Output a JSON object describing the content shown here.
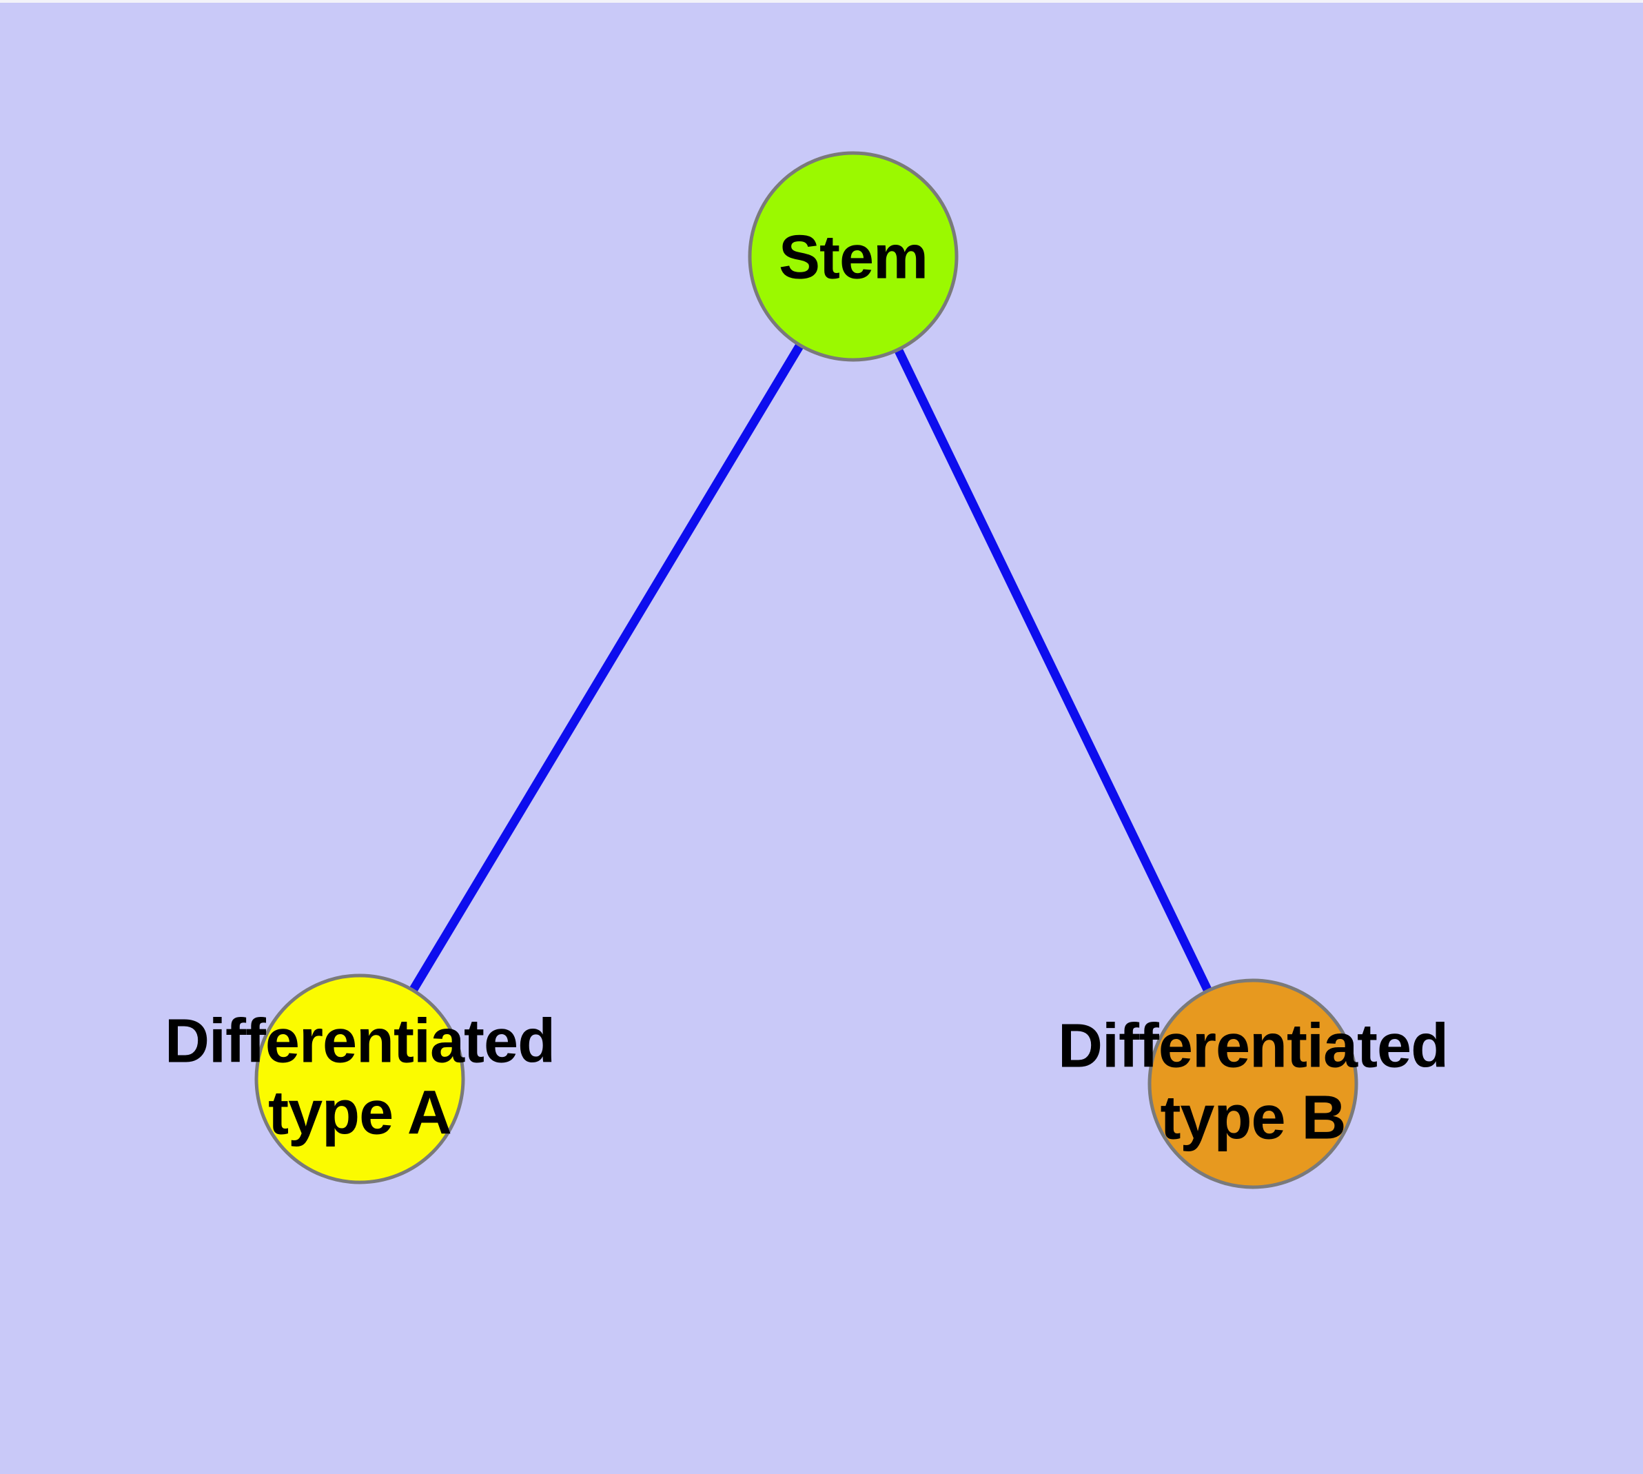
{
  "diagram": {
    "type": "graph",
    "background_color": "#C9C9F8",
    "node_border_color": "#7A7A7A",
    "label_color": "#000000",
    "nodes": [
      {
        "id": "stem",
        "label": "Stem",
        "color": "#9BF900",
        "shape": "circle"
      },
      {
        "id": "differentiated-type-a",
        "label": "Differentiated\ntype A",
        "color": "#FBFB00",
        "shape": "circle"
      },
      {
        "id": "differentiated-type-b",
        "label": "Differentiated\ntype B",
        "color": "#E7991F",
        "shape": "circle"
      }
    ],
    "edges": [
      {
        "from": "stem",
        "to": "differentiated-type-a",
        "color": "#0D0DEE"
      },
      {
        "from": "stem",
        "to": "differentiated-type-b",
        "color": "#0D0DEE"
      }
    ]
  }
}
